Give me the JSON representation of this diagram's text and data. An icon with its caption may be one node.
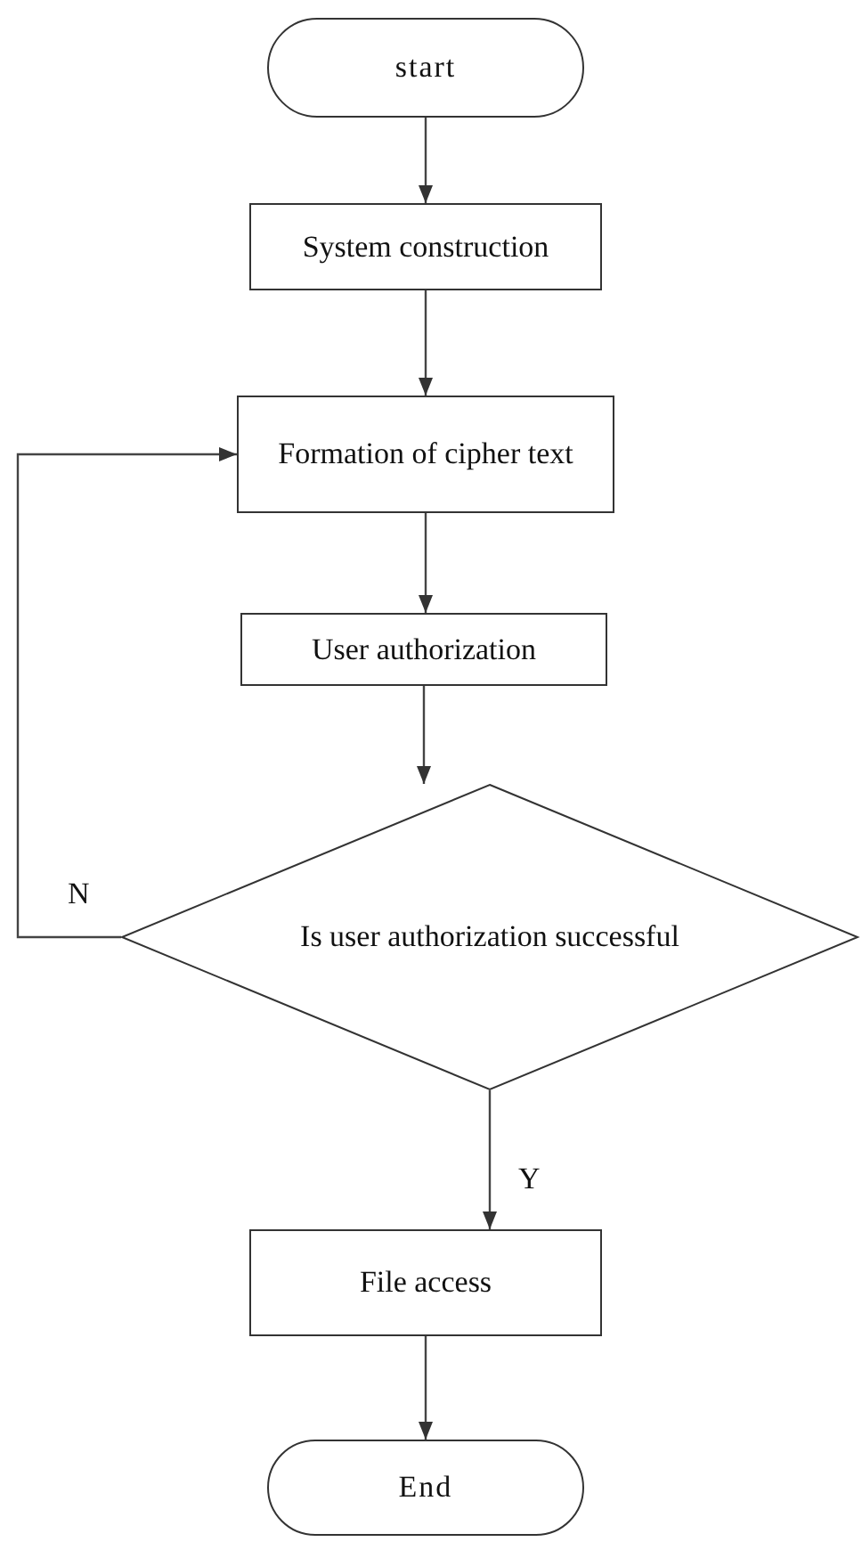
{
  "diagram": {
    "nodes": [
      {
        "text": [
          "start"
        ]
      },
      {
        "text": [
          "System construction"
        ]
      },
      {
        "text": [
          "Formation of cipher text"
        ]
      },
      {
        "text": [
          "User authorization"
        ]
      },
      {
        "text": [
          "Is user authorization successful"
        ]
      },
      {
        "text": [
          "File access"
        ]
      },
      {
        "text": [
          "End"
        ]
      }
    ],
    "edges": [
      {
        "from": 0,
        "to": 1,
        "arrow": "to"
      },
      {
        "from": 1,
        "to": 2,
        "arrow": "to"
      },
      {
        "from": 2,
        "to": 3,
        "arrow": "to"
      },
      {
        "from": 3,
        "to": 4,
        "arrow": "to"
      },
      {
        "from": 4,
        "to": 5,
        "arrow": "to",
        "label": "Y"
      },
      {
        "from": 5,
        "to": 6,
        "arrow": "to"
      },
      {
        "from": 4,
        "to": 2,
        "arrow": "to",
        "label": "N"
      }
    ]
  }
}
